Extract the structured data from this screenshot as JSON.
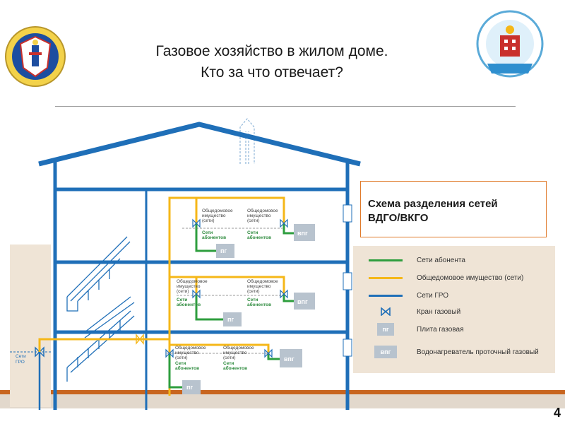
{
  "header": {
    "title_line1": "Газовое хозяйство в жилом доме.",
    "title_line2": "Кто за что отвечает?"
  },
  "scheme_box": {
    "line1": "Схема разделения сетей",
    "line2": "ВДГО/ВКГО"
  },
  "legend": {
    "items": [
      {
        "label": "Сети абонента",
        "kind": "line",
        "color": "#2e9e3e"
      },
      {
        "label": "Общедомовое имущество (сети)",
        "kind": "line",
        "color": "#f5b718"
      },
      {
        "label": "Сети ГРО",
        "kind": "line",
        "color": "#1f6fb8"
      },
      {
        "label": "Кран газовый",
        "kind": "valve",
        "color": "#1f6fb8"
      },
      {
        "label": "Плита газовая",
        "kind": "box",
        "box_text": "пг"
      },
      {
        "label": "Водонагреватель проточный газовый",
        "kind": "box",
        "box_text": "впг"
      }
    ]
  },
  "diagram": {
    "common_property_label_1": "Общедомовое",
    "common_property_label_2": "имущество",
    "common_property_label_3": "(сети)",
    "subscriber_label_1": "Сети",
    "subscriber_label_2": "абонентов",
    "stove": "пг",
    "heater": "впг",
    "gro_label_1": "Сети",
    "gro_label_2": "ГРО"
  },
  "colors": {
    "house_blue": "#1f6fb8",
    "gas_yellow": "#f5b718",
    "subscriber_green": "#2e9e3e",
    "appliance_grey": "#b8c3ce",
    "accent_orange": "#c8651f"
  },
  "footer": {
    "page_number": "4"
  }
}
